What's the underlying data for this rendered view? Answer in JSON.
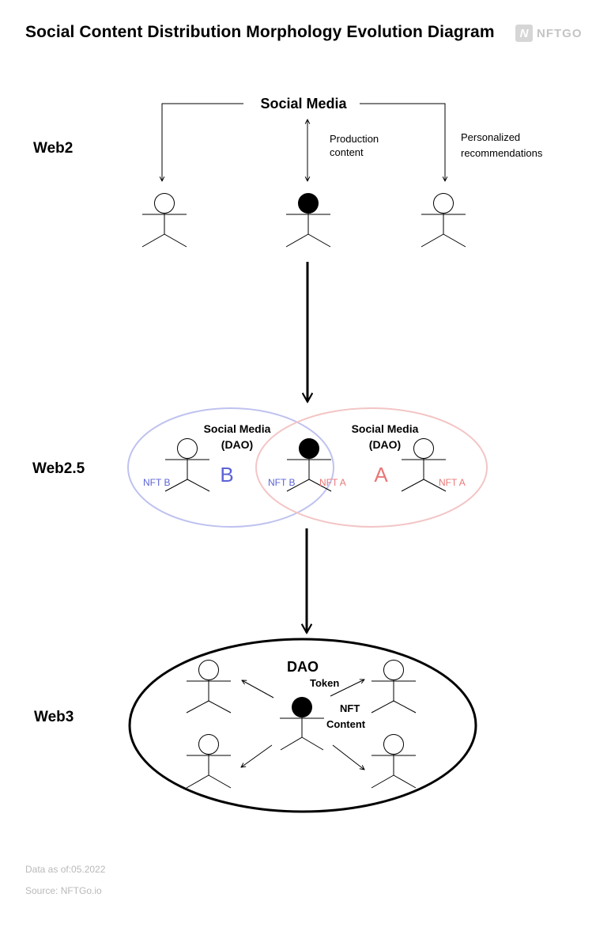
{
  "title": "Social Content Distribution Morphology Evolution Diagram",
  "logo": {
    "mark": "N",
    "text": "NFTGO"
  },
  "rows": {
    "web2": "Web2",
    "web25": "Web2.5",
    "web3": "Web3"
  },
  "web2": {
    "hub": "Social Media",
    "production_line1": "Production",
    "production_line2": "content",
    "recommend_line1": "Personalized",
    "recommend_line2": "recommendations"
  },
  "web25": {
    "circle_b_line1": "Social Media",
    "circle_b_line2": "(DAO)",
    "circle_b_letter": "B",
    "circle_a_line1": "Social Media",
    "circle_a_line2": "(DAO)",
    "circle_a_letter": "A",
    "nft_b": "NFT B",
    "nft_a": "NFT A",
    "color_b": "#5b63d6",
    "color_a": "#e87777"
  },
  "web3": {
    "dao": "DAO",
    "token": "Token",
    "nft": "NFT",
    "content": "Content"
  },
  "footer": {
    "data_as_of": "Data as of:05.2022",
    "source": "Source: NFTGo.io"
  }
}
